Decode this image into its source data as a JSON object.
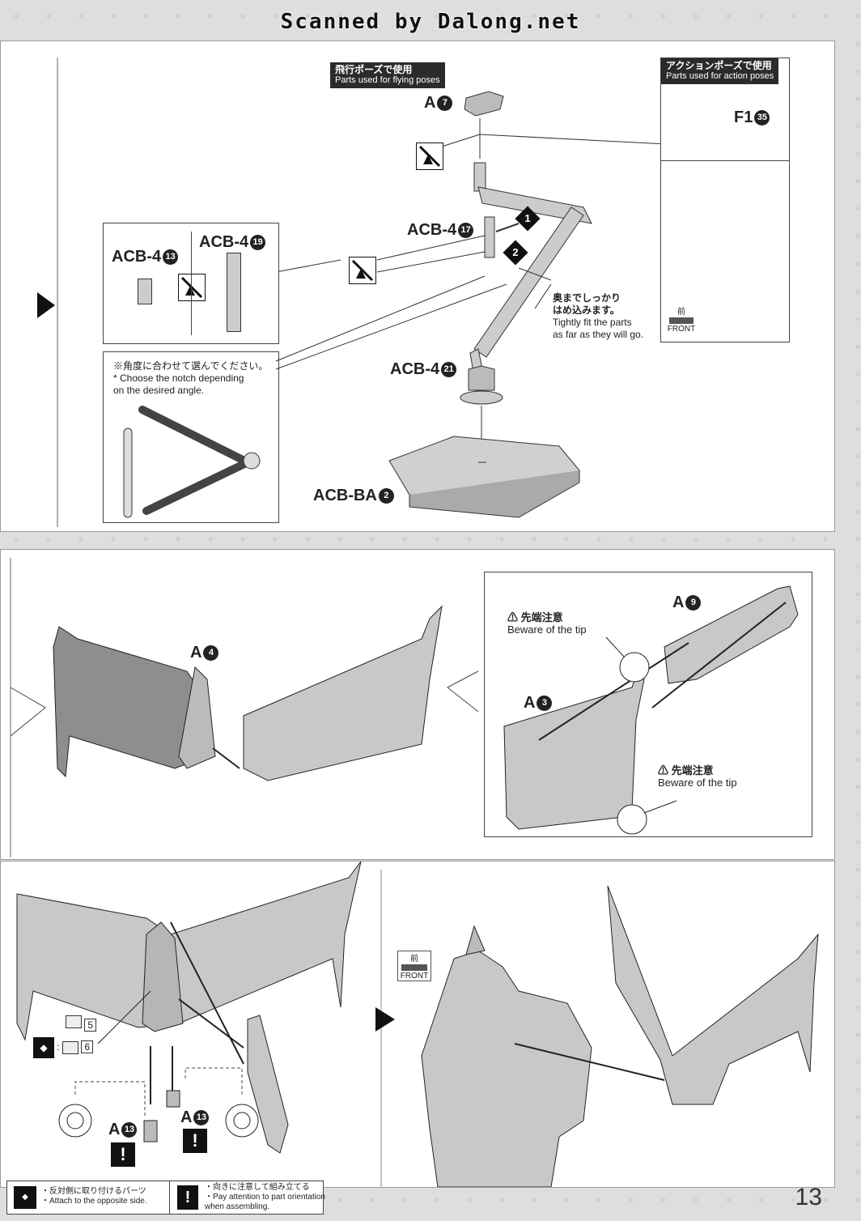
{
  "banner": "Scanned by Dalong.net",
  "page_number": "13",
  "panel1": {
    "flying_tag_ja": "飛行ポーズで使用",
    "flying_tag_en": "Parts used for flying poses",
    "action_tag_ja": "アクションポーズで使用",
    "action_tag_en": "Parts used for action poses",
    "part_a7": "A",
    "part_a7_num": "7",
    "part_f1": "F1",
    "part_f1_num": "35",
    "part_acb4_17": "ACB-4",
    "part_acb4_17_num": "17",
    "part_acb4_21": "ACB-4",
    "part_acb4_21_num": "21",
    "part_acbba2": "ACB-BA",
    "part_acbba2_num": "2",
    "part_acb4_13": "ACB-4",
    "part_acb4_13_num": "13",
    "part_acb4_19": "ACB-4",
    "part_acb4_19_num": "19",
    "step1": "1",
    "step2": "2",
    "fit_ja": "奥までしっかり\nはめ込みます。",
    "fit_en": "Tightly fit the parts\nas far as they will go.",
    "notch_ja": "※角度に合わせて選んでください。",
    "notch_en": "* Choose the notch depending\non the desired angle.",
    "front_ja": "前",
    "front_en": "FRONT"
  },
  "panel2": {
    "part_a4": "A",
    "part_a4_num": "4",
    "part_a9": "A",
    "part_a9_num": "9",
    "part_a3": "A",
    "part_a3_num": "3",
    "caution_ja_1": "先端注意",
    "caution_en_1": "Beware of the tip",
    "caution_ja_2": "先端注意",
    "caution_en_2": "Beware of the tip"
  },
  "panel3": {
    "seal_5": "5",
    "seal_6": "6",
    "part_a13_left": "A",
    "part_a13_left_num": "13",
    "part_a13_right": "A",
    "part_a13_right_num": "13",
    "front_ja": "前",
    "front_en": "FRONT"
  },
  "footer": {
    "opposite_ja": "・反対側に取り付けるパーツ",
    "opposite_en": "・Attach to the opposite side.",
    "orient_ja": "・向きに注意して組み立てる",
    "orient_en": "・Pay attention to part orientation\nwhen assembling."
  }
}
